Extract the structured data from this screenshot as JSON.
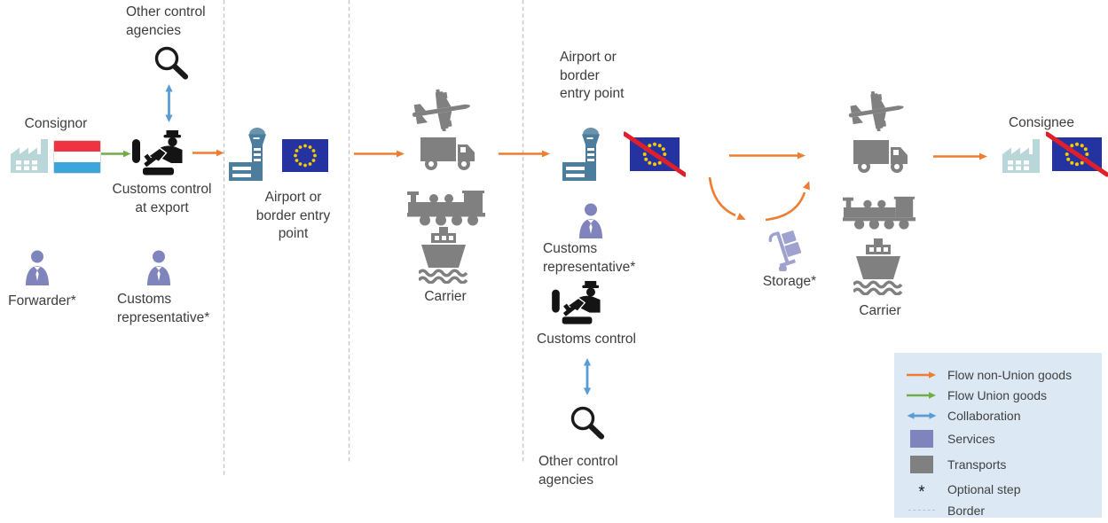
{
  "nodes": {
    "other_control_agencies_export": "Other control\nagencies",
    "consignor": "Consignor",
    "customs_control_at_export": "Customs control\nat export",
    "forwarder": "Forwarder*",
    "customs_representative_export": "Customs\nrepresentative*",
    "border_entry_union": "Airport or\nborder entry\npoint",
    "carrier_outbound": "Carrier",
    "border_entry_nonunion": "Airport or\nborder\nentry point",
    "customs_representative_import": "Customs\nrepresentative*",
    "customs_control_import": "Customs control",
    "other_control_agencies_import": "Other control\nagencies",
    "storage": "Storage*",
    "carrier_inbound": "Carrier",
    "consignee": "Consignee"
  },
  "legend": {
    "items": [
      {
        "key": "flow-non-union-goods",
        "label": "Flow non-Union goods"
      },
      {
        "key": "flow-union-goods",
        "label": "Flow Union goods"
      },
      {
        "key": "collaboration",
        "label": "Collaboration"
      },
      {
        "key": "services",
        "label": "Services"
      },
      {
        "key": "transports",
        "label": "Transports"
      },
      {
        "key": "optional-step",
        "symbol": "*",
        "label": "Optional step"
      },
      {
        "key": "border",
        "label": "Border"
      }
    ]
  },
  "colors": {
    "flow_non_union_goods": "#ED7D31",
    "flow_union_goods": "#70AD47",
    "collaboration": "#5B9BD5",
    "services_purple": "#8084BC",
    "storage_purple": "#9FA2CE",
    "transports_gray": "#808080",
    "airport_blue": "#4D7D9C",
    "factory_teal": "#B9D7D9",
    "eu_flag_blue": "#2533A0",
    "eu_flag_stars": "#F8C800",
    "strike_red": "#E01F2D",
    "lux_flag_red": "#EF3340",
    "lux_flag_blue": "#3AA6DD",
    "legend_background": "#DCE9F5",
    "border_dash_gray": "#C5C5C5",
    "text": "#3D3D3D"
  }
}
